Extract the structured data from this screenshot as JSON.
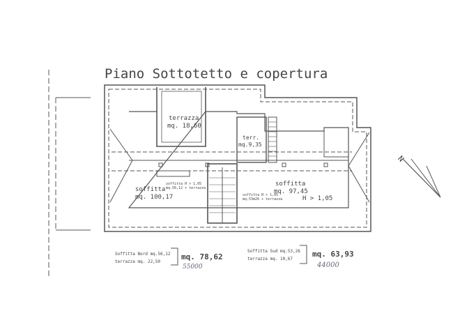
{
  "title": "Piano Sottotetto e copertura",
  "rooms": {
    "terrazza_top": {
      "name": "terrazza",
      "area": "mq. 18,60"
    },
    "terr_small": {
      "name": "terr.",
      "area": "mq.9,35"
    },
    "soffitta_nord": {
      "name": "soffitta",
      "area": "mq. 100,17",
      "note1": "soffitta H > 1,05",
      "note2": "mq.56,12 + terrazza"
    },
    "soffitta_sud": {
      "name": "soffitta",
      "area": "mq. 97,45",
      "note1": "soffitta H > 1,05",
      "note2": "mq.53m26 + terrazza"
    },
    "height_label": "H > 1,05"
  },
  "summary": {
    "nord": {
      "line1": "Soffitta Nord mq.56,12",
      "line2": "terrazza mq. 22,50",
      "total": "mq. 78,62",
      "handwritten": "55000"
    },
    "sud": {
      "line1": "Soffitta Sud mq.53,26",
      "line2": "terrazza mq. 10,67",
      "total": "mq. 63,93",
      "handwritten": "44000"
    }
  },
  "compass": {
    "label": "N"
  }
}
